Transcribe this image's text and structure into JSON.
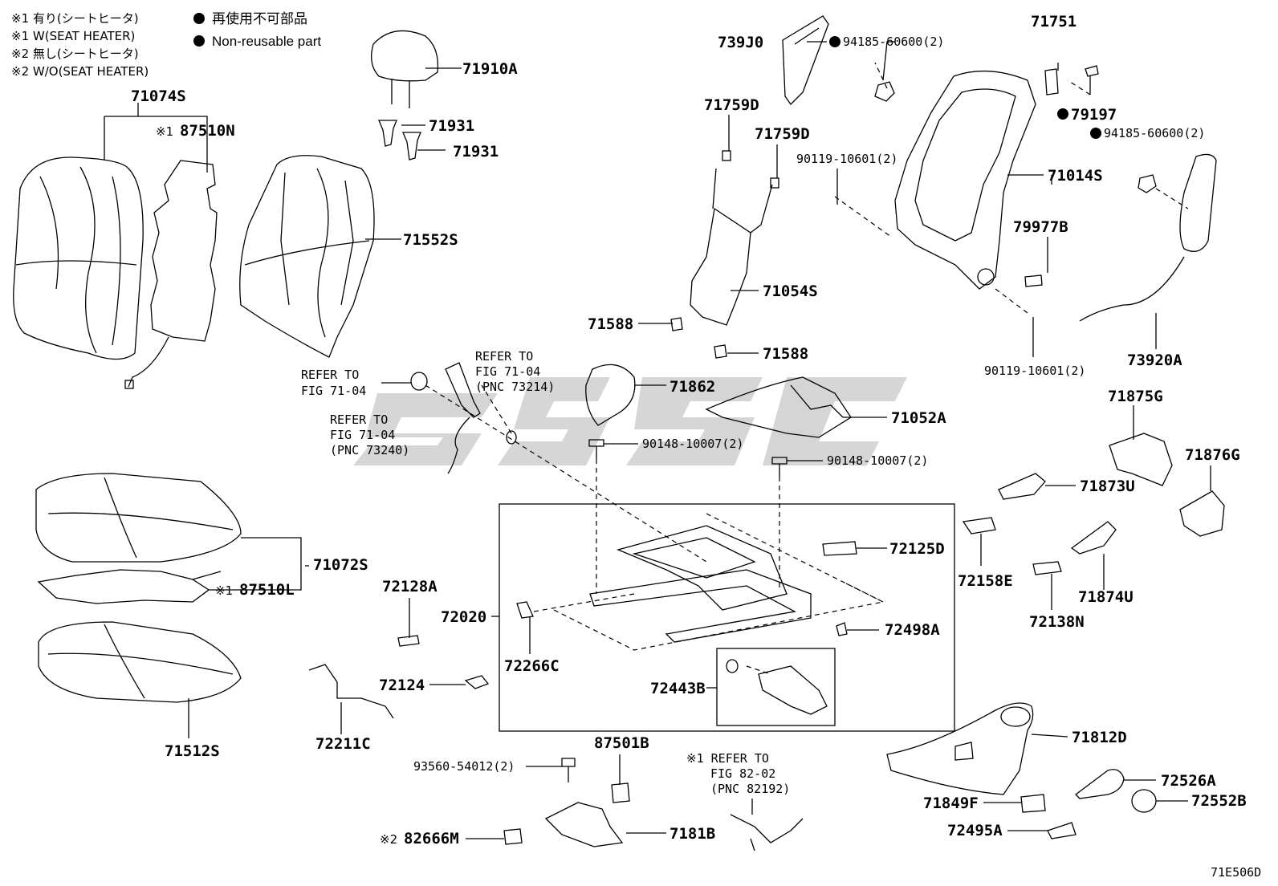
{
  "legend": {
    "note1_jp": "※1 有り(シートヒータ)",
    "note1_en": "※1 W(SEAT HEATER)",
    "note2_jp": "※2 無し(シートヒータ)",
    "note2_en": "※2 W/O(SEAT HEATER)",
    "nonreuse_jp": "再使用不可部品",
    "nonreuse_en": "Non-reusable part"
  },
  "parts": {
    "p71910A": "71910A",
    "p71931a": "71931",
    "p71931b": "71931",
    "p71074S": "71074S",
    "p87510N": "87510N",
    "p87510N_mark": "※1",
    "p71552S": "71552S",
    "p739J0": "739J0",
    "p94185a": "94185-60600(2)",
    "p71751": "71751",
    "p79197": "79197",
    "p94185b": "94185-60600(2)",
    "p71759Da": "71759D",
    "p71759Db": "71759D",
    "p90119a": "90119-10601(2)",
    "p71014S": "71014S",
    "p79977B": "79977B",
    "p71054S": "71054S",
    "p71588a": "71588",
    "p71588b": "71588",
    "p90119b": "90119-10601(2)",
    "p73920A": "73920A",
    "p71862": "71862",
    "p71052A": "71052A",
    "p90148a": "90148-10007(2)",
    "p90148b": "90148-10007(2)",
    "p71875G": "71875G",
    "p71876G": "71876G",
    "p71873U": "71873U",
    "p71072S": "71072S",
    "p87510L": "87510L",
    "p87510L_mark": "※1",
    "p72128A": "72128A",
    "p72020": "72020",
    "p72125D": "72125D",
    "p72158E": "72158E",
    "p71874U": "71874U",
    "p72138N": "72138N",
    "p72498A": "72498A",
    "p72266C": "72266C",
    "p72124": "72124",
    "p72443B": "72443B",
    "p71512S": "71512S",
    "p72211C": "72211C",
    "p87501B": "87501B",
    "p93560": "93560-54012(2)",
    "p71812D": "71812D",
    "p72526A": "72526A",
    "p72552B": "72552B",
    "p71849F": "71849F",
    "p72495A": "72495A",
    "p7181B": "7181B",
    "p82666M": "82666M",
    "p82666M_mark": "※2"
  },
  "refs": {
    "r1_l1": "REFER TO",
    "r1_l2": "FIG 71-04",
    "r2_l1": "REFER TO",
    "r2_l2": "FIG 71-04",
    "r2_l3": "(PNC 73214)",
    "r3_l1": "REFER TO",
    "r3_l2": "FIG 71-04",
    "r3_l3": "(PNC 73240)",
    "r4_l1": "※1 REFER TO",
    "r4_l2": "FIG 82-02",
    "r4_l3": "(PNC 82192)"
  },
  "figure_code": "71E506D",
  "colors": {
    "ink": "#000000",
    "watermark": "#c8c8c8",
    "background": "#ffffff"
  }
}
